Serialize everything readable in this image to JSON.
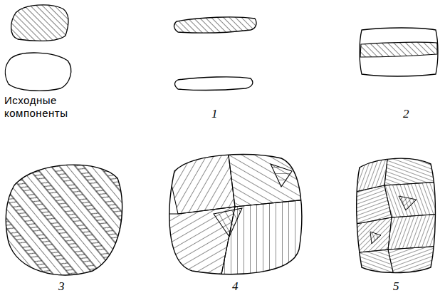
{
  "diagram": {
    "labels": [
      "Исходные компоненты",
      "1",
      "2",
      "3",
      "4",
      "5"
    ]
  }
}
